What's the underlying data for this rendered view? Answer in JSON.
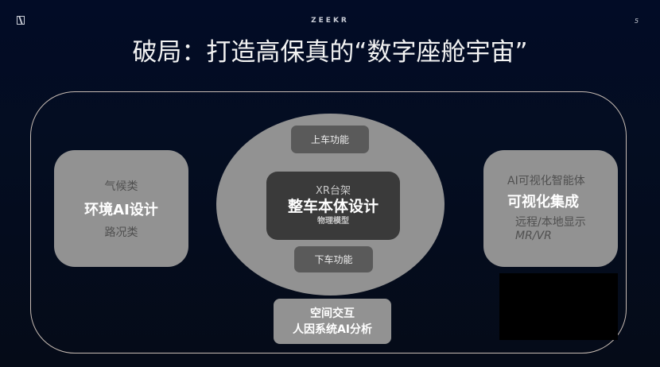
{
  "header": {
    "logo_icon": "zeekr-square-logo-icon",
    "brand": "ZEEKR",
    "page_number": "5"
  },
  "title": "破局：打造高保真的“数字座舱宇宙”",
  "diagram": {
    "left_box": {
      "top_label": "气候类",
      "main_label": "环境AI设计",
      "bottom_label": "路况类"
    },
    "center": {
      "top_pill": "上车功能",
      "core_top": "XR台架",
      "core_main": "整车本体设计",
      "core_bottom": "物理模型",
      "bottom_pill": "下车功能"
    },
    "bottom_box": {
      "line1": "空间交互",
      "line2": "人因系统AI分析"
    },
    "right_box": {
      "top_label": "AI可视化智能体",
      "main_label": "可视化集成",
      "bottom_line1": "远程/本地显示",
      "bottom_line2": "MR/VR"
    }
  },
  "colors": {
    "background": "#020c26",
    "frame_border": "#c8bcb4",
    "box_gray": "#929292",
    "pill_gray": "#5a5a5a",
    "core_dark": "#3a3a3a",
    "redaction": "#000000"
  }
}
